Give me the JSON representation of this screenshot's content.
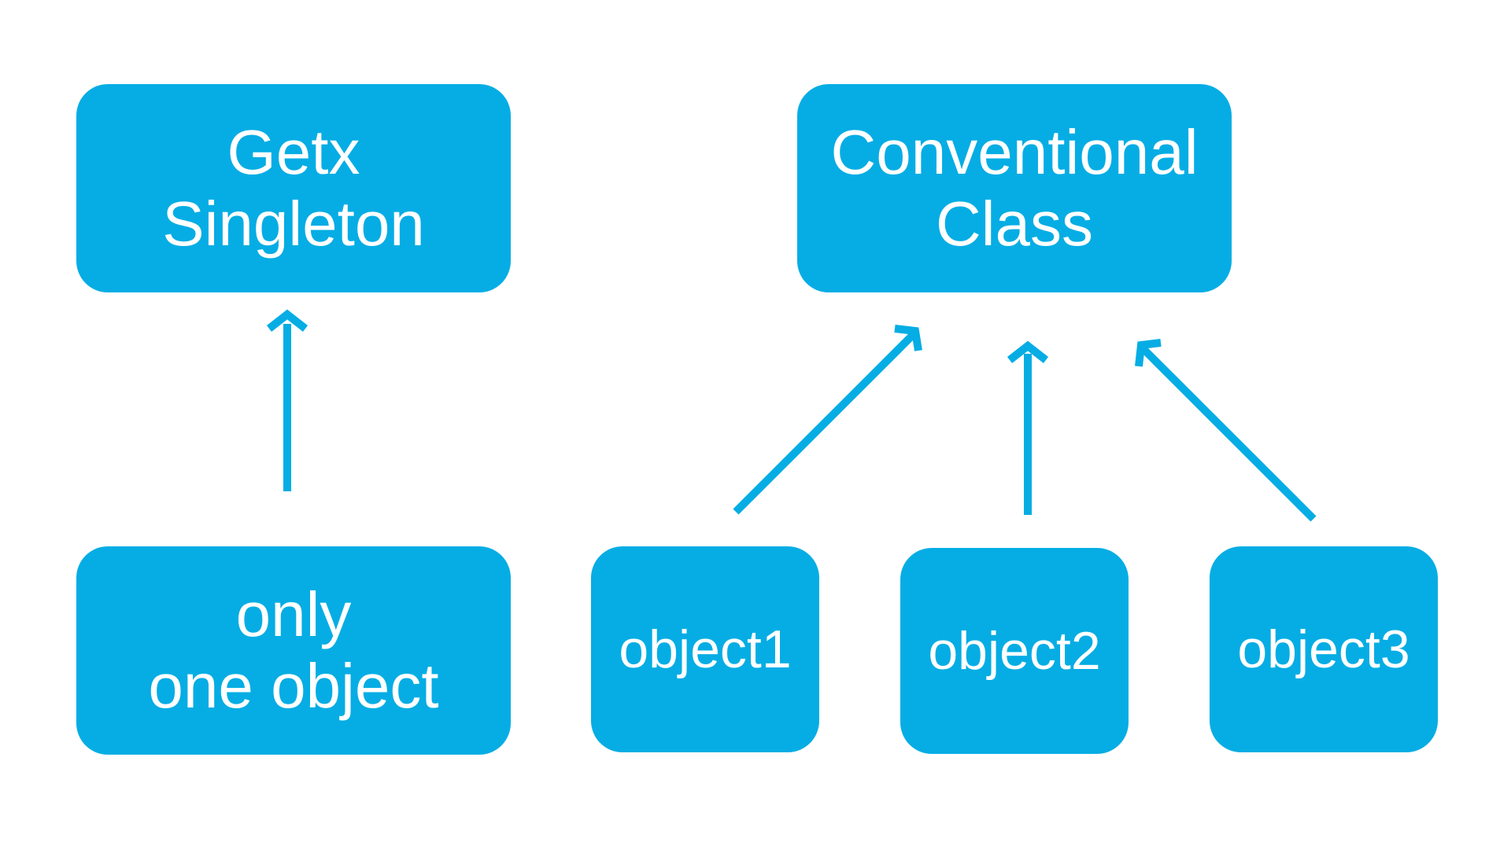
{
  "colors": {
    "box_fill": "#05ade4",
    "box_text": "#ffffff",
    "arrow": "#05ade4"
  },
  "nodes": {
    "getx_singleton": {
      "line1": "Getx",
      "line2": "Singleton"
    },
    "conventional_class": {
      "line1": "Conventional",
      "line2": "Class"
    },
    "only_one_object": {
      "line1": "only",
      "line2": "one object"
    },
    "object1": {
      "label": "object1"
    },
    "object2": {
      "label": "object2"
    },
    "object3": {
      "label": "object3"
    }
  },
  "edges": [
    {
      "from": "only_one_object",
      "to": "getx_singleton"
    },
    {
      "from": "object1",
      "to": "conventional_class"
    },
    {
      "from": "object2",
      "to": "conventional_class"
    },
    {
      "from": "object3",
      "to": "conventional_class"
    }
  ]
}
